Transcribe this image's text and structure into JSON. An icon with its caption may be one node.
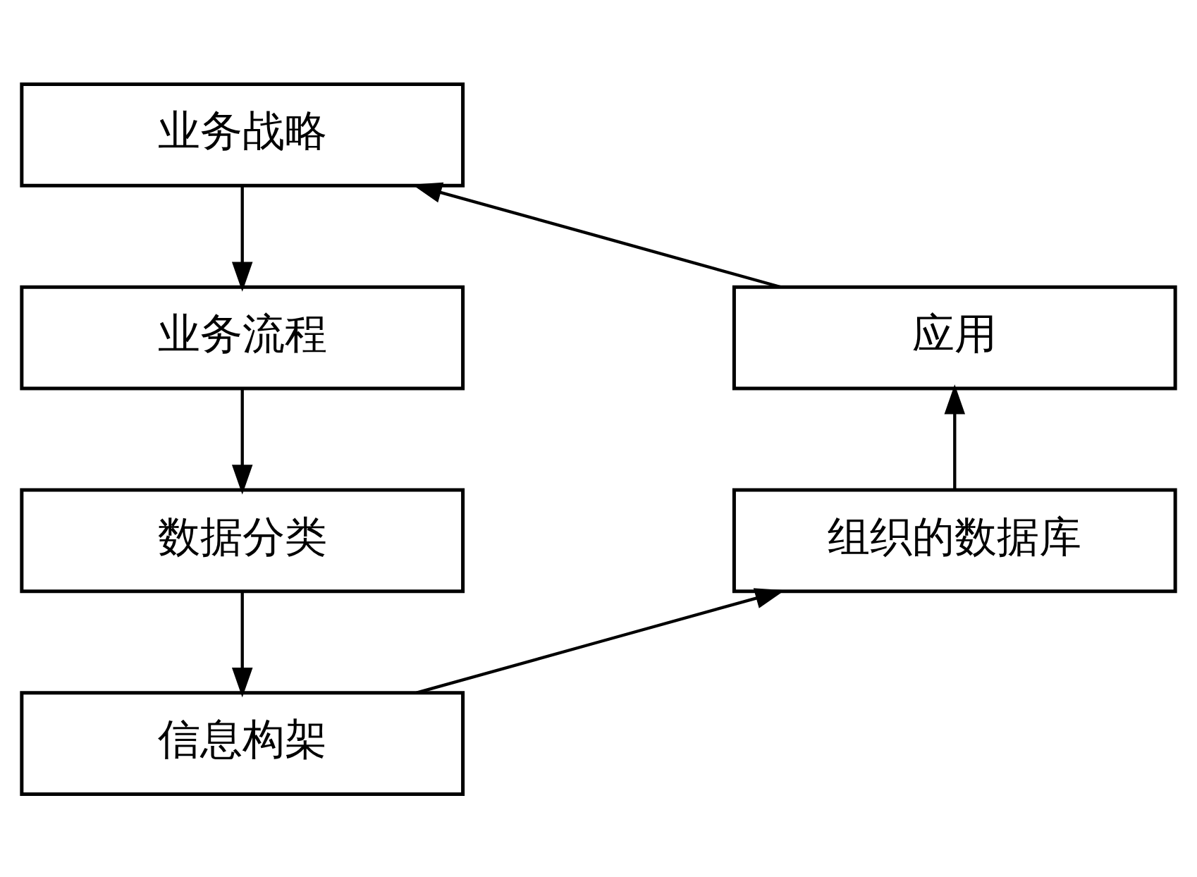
{
  "diagram": {
    "nodes": [
      {
        "text": [
          "业务战略"
        ]
      },
      {
        "text": [
          "业务流程"
        ]
      },
      {
        "text": [
          "数据分类"
        ]
      },
      {
        "text": [
          "信息构架"
        ]
      },
      {
        "text": [
          "组织的数据库"
        ]
      },
      {
        "text": [
          "应用"
        ]
      }
    ],
    "edges": [
      {
        "from": 0,
        "to": 1,
        "arrow": "to"
      },
      {
        "from": 1,
        "to": 2,
        "arrow": "to"
      },
      {
        "from": 2,
        "to": 3,
        "arrow": "to"
      },
      {
        "from": 3,
        "to": 4,
        "arrow": "to"
      },
      {
        "from": 4,
        "to": 5,
        "arrow": "to"
      },
      {
        "from": 5,
        "to": 0,
        "arrow": "to"
      }
    ]
  }
}
